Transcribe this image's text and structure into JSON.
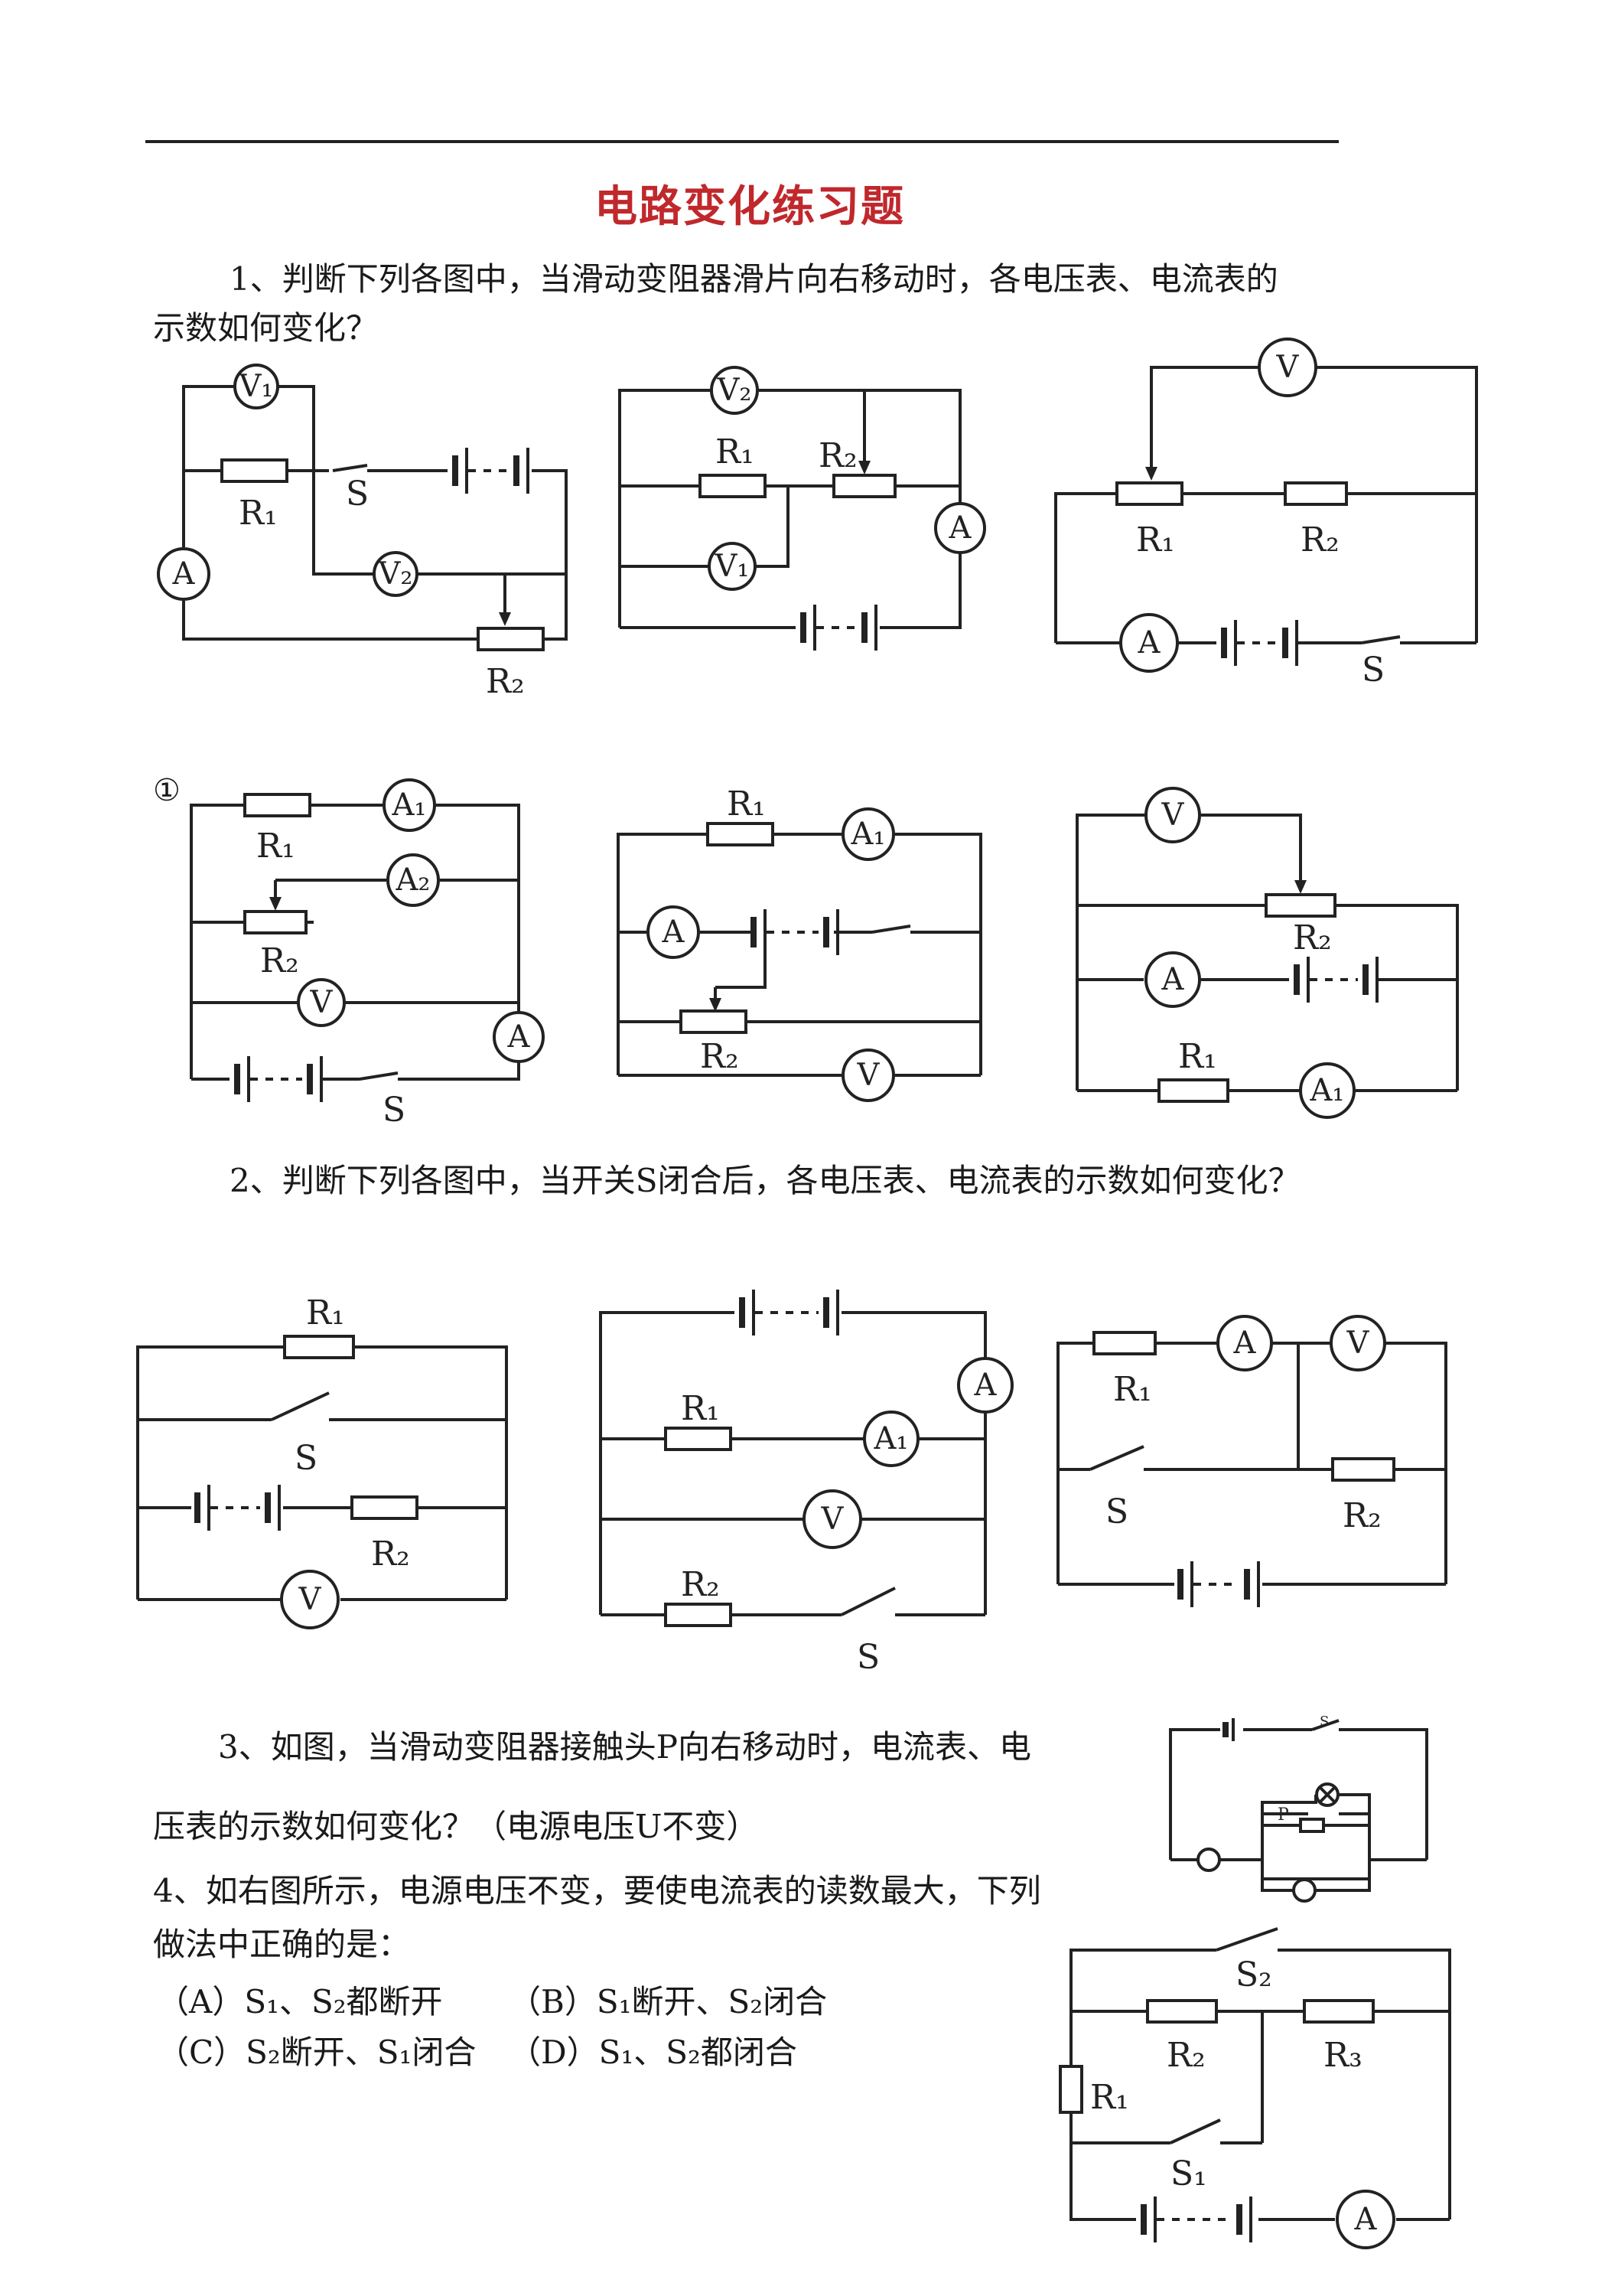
{
  "title": "电路变化练习题",
  "q1": {
    "line1": "1、判断下列各图中，当滑动变阻器滑片向右移动时，各电压表、电流表的",
    "line2": "示数如何变化？"
  },
  "q2": {
    "text": "2、判断下列各图中，当开关S闭合后，各电压表、电流表的示数如何变化？"
  },
  "q3": {
    "line1": "3、如图，当滑动变阻器接触头P向右移动时，电流表、电",
    "line2": "压表的示数如何变化？（电源电压U不变）"
  },
  "q4": {
    "line1": "4、如右图所示，电源电压不变，要使电流表的读数最大，下列",
    "line2": "做法中正确的是：",
    "options": [
      "（A）S₁、S₂都断开",
      "（B）S₁断开、S₂闭合",
      "（C）S₂断开、S₁闭合",
      "（D）S₁、S₂都闭合"
    ]
  },
  "marker_circle": "①",
  "labels": {
    "R1": "R₁",
    "R2": "R₂",
    "R3": "R₃",
    "S": "S",
    "S1": "S₁",
    "S2": "S₂",
    "P": "P",
    "A": "A",
    "A1": "A₁",
    "A2": "A₂",
    "V": "V",
    "V1": "V₁",
    "V2": "V₂"
  }
}
